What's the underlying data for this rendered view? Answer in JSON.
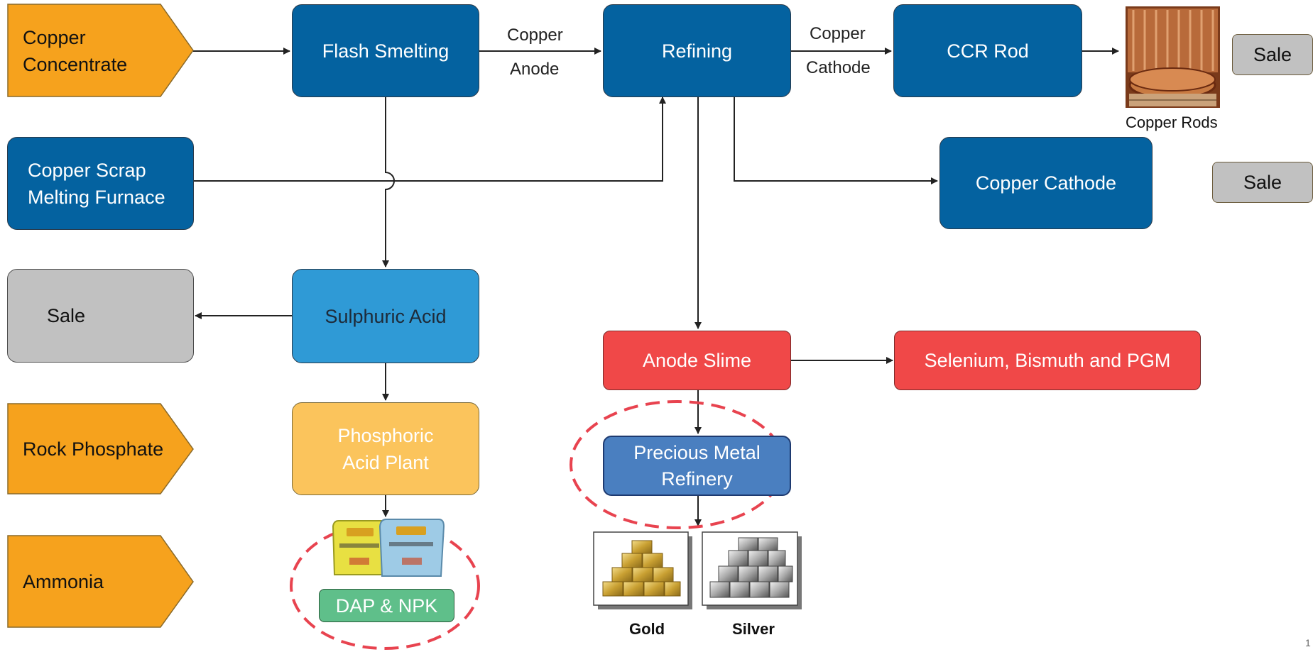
{
  "nodes": {
    "copper_concentrate": "Copper\nConcentrate",
    "flash_smelting": "Flash Smelting",
    "refining": "Refining",
    "ccr_rod": "CCR Rod",
    "copper_scrap": "Copper  Scrap\nMelting Furnace",
    "copper_cathode": "Copper Cathode",
    "sale_left": "Sale",
    "sulphuric_acid": "Sulphuric Acid",
    "anode_slime": "Anode Slime",
    "selenium": "Selenium, Bismuth and PGM",
    "rock_phosphate": "Rock Phosphate",
    "phosphoric_acid": "Phosphoric\nAcid Plant",
    "precious_metal": "Precious Metal\nRefinery",
    "ammonia": "Ammonia",
    "dap_npk": "DAP & NPK",
    "sale_top": "Sale",
    "sale_mid": "Sale"
  },
  "edges": {
    "copper": "Copper",
    "anode": "Anode",
    "copper2": "Copper",
    "cathode": "Cathode"
  },
  "captions": {
    "copper_rods": "Copper  Rods",
    "gold": "Gold",
    "silver": "Silver"
  },
  "page_number": "1",
  "colors": {
    "dark_blue": "#0462a0",
    "light_blue": "#2f9ad6",
    "orange": "#f6a21d",
    "red": "#f04848",
    "yellow": "#fbc45c",
    "green": "#5fbf8a",
    "gray": "#c1c1c1",
    "dashed": "#e8434f"
  }
}
